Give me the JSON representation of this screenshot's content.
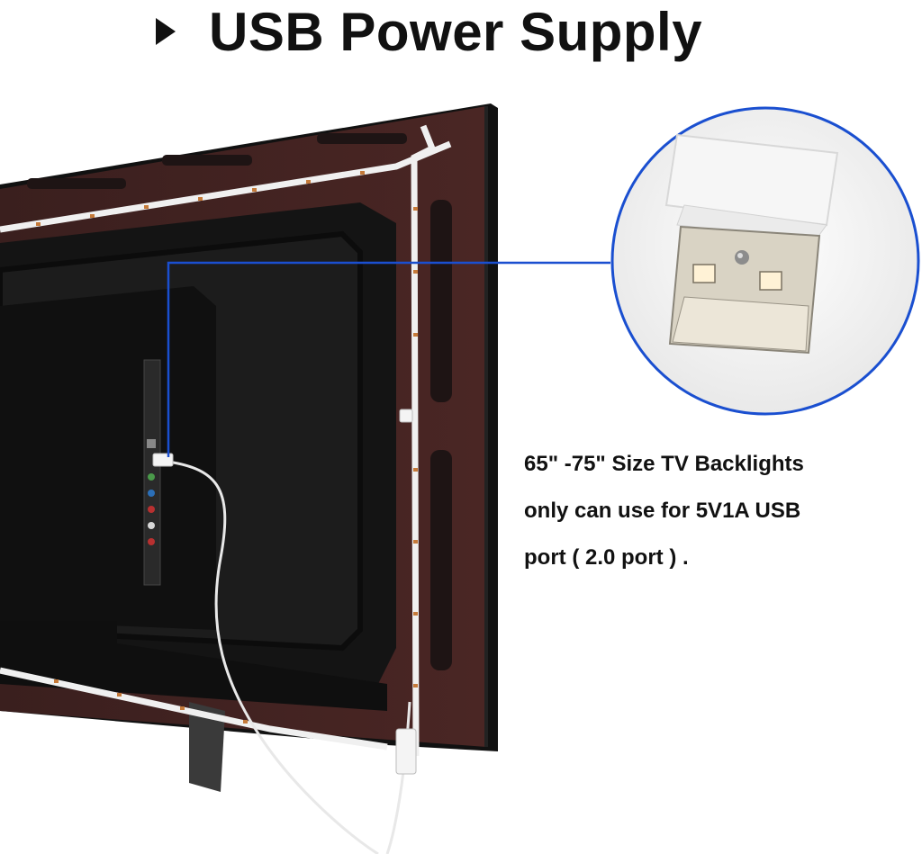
{
  "heading": {
    "arrow_icon": "triangle-right-icon",
    "title": "USB Power Supply"
  },
  "caption": {
    "line1": "65\" -75\" Size TV Backlights",
    "line2": "only can use for 5V1A USB",
    "line3": "port ( 2.0 port ) ."
  },
  "colors": {
    "tv_back": "#3d2120",
    "panel_black": "#151515",
    "callout_line": "#1a4fd0",
    "led_strip": "#f2f2f2"
  }
}
